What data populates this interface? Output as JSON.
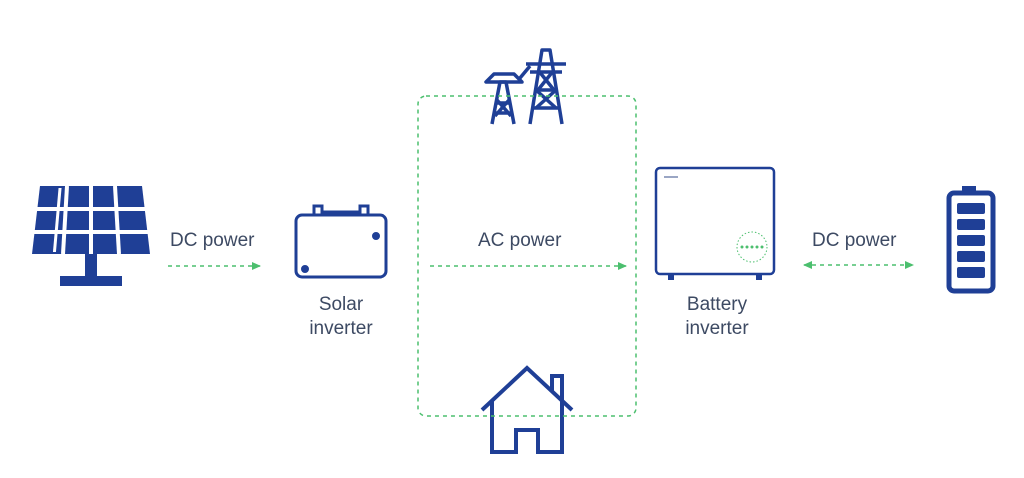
{
  "labels": {
    "dc_power_left": "DC power",
    "ac_power": "AC power",
    "dc_power_right": "DC power",
    "solar_inverter_line1": "Solar",
    "solar_inverter_line2": "inverter",
    "battery_inverter_line1": "Battery",
    "battery_inverter_line2": "inverter"
  },
  "icons": {
    "solar_panel": "solar-panel-icon",
    "solar_inverter": "solar-inverter-icon",
    "grid": "power-pylon-icon",
    "house": "house-icon",
    "battery_inverter": "battery-inverter-icon",
    "battery": "battery-icon"
  },
  "colors": {
    "icon": "#1f3f96",
    "arrow": "#4cbf6e",
    "text": "#3d4a63"
  }
}
